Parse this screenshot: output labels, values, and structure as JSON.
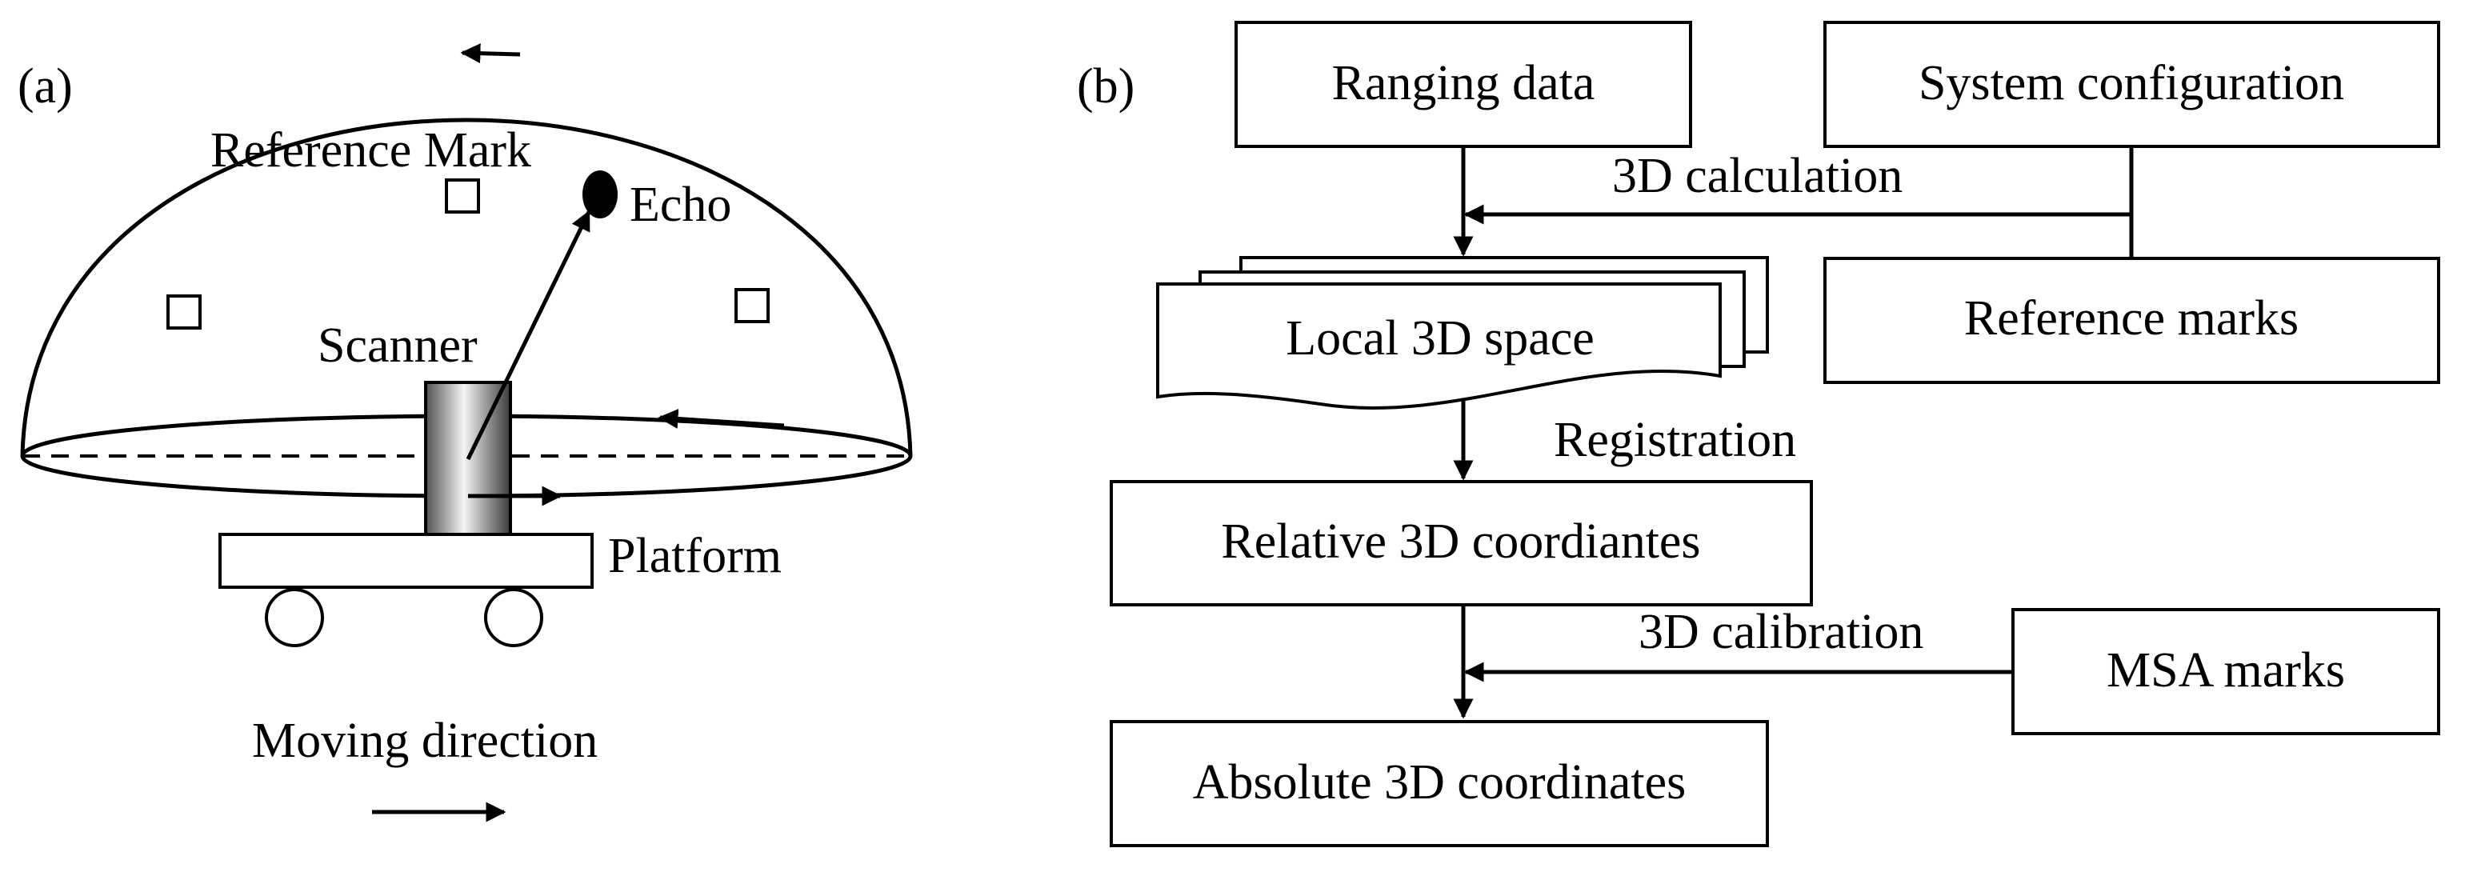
{
  "panel_a": {
    "label": "(a)",
    "reference_mark_label": "Reference Mark",
    "echo_label": "Echo",
    "scanner_label": "Scanner",
    "platform_label": "Platform",
    "moving_direction_label": "Moving direction"
  },
  "panel_b": {
    "label": "(b)",
    "ranging_data": "Ranging data",
    "system_configuration": "System configuration",
    "calc_3d": "3D calculation",
    "local_3d_space": "Local 3D space",
    "reference_marks": "Reference marks",
    "registration": "Registration",
    "relative_3d": "Relative 3D coordiantes",
    "calibration_3d": "3D calibration",
    "msa_marks": "MSA marks",
    "absolute_3d": "Absolute 3D coordinates"
  }
}
